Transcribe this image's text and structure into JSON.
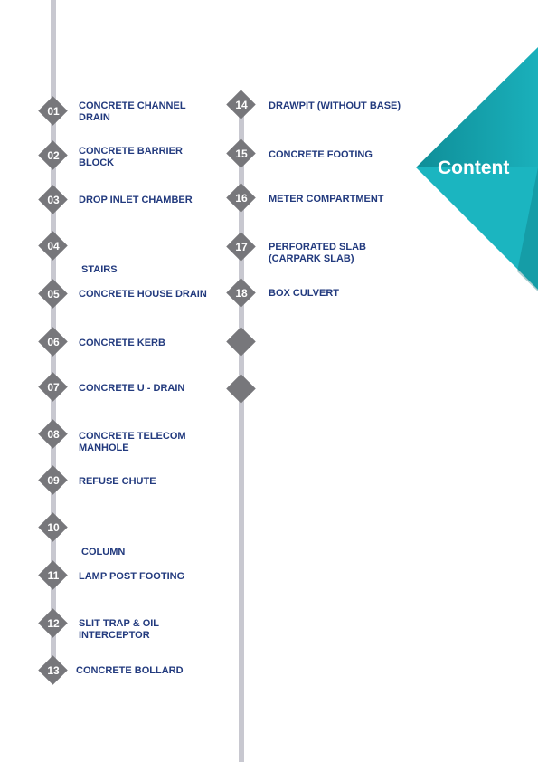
{
  "header": {
    "title": "Content"
  },
  "left_column": [
    {
      "number": "01",
      "label_line1": "CONCRETE CHANNEL",
      "label_line2": "DRAIN"
    },
    {
      "number": "02",
      "label_line1": "CONCRETE BARRIER",
      "label_line2": "BLOCK"
    },
    {
      "number": "03",
      "label_line1": "DROP INLET CHAMBER",
      "label_line2": ""
    },
    {
      "number": "04",
      "label_line1": " STAIRS",
      "label_line2": ""
    },
    {
      "number": "05",
      "label_line1": "CONCRETE HOUSE DRAIN",
      "label_line2": ""
    },
    {
      "number": "06",
      "label_line1": "CONCRETE KERB",
      "label_line2": ""
    },
    {
      "number": "07",
      "label_line1": "CONCRETE U - DRAIN",
      "label_line2": ""
    },
    {
      "number": "08",
      "label_line1": "CONCRETE TELECOM",
      "label_line2": "MANHOLE"
    },
    {
      "number": "09",
      "label_line1": "REFUSE CHUTE",
      "label_line2": ""
    },
    {
      "number": "10",
      "label_line1": " COLUMN",
      "label_line2": ""
    },
    {
      "number": "11",
      "label_line1": "LAMP POST FOOTING",
      "label_line2": ""
    },
    {
      "number": "12",
      "label_line1": "SLIT TRAP & OIL",
      "label_line2": "INTERCEPTOR"
    },
    {
      "number": "13",
      "label_line1": "CONCRETE BOLLARD",
      "label_line2": ""
    }
  ],
  "right_column": [
    {
      "number": "14",
      "label_line1": "DRAWPIT (WITHOUT BASE)",
      "label_line2": ""
    },
    {
      "number": "15",
      "label_line1": "CONCRETE FOOTING",
      "label_line2": ""
    },
    {
      "number": "16",
      "label_line1": "METER COMPARTMENT",
      "label_line2": ""
    },
    {
      "number": "17",
      "label_line1": "PERFORATED SLAB",
      "label_line2": "(CARPARK SLAB)"
    },
    {
      "number": "18",
      "label_line1": "BOX CULVERT",
      "label_line2": ""
    }
  ],
  "colors": {
    "diamond": "#77777b",
    "label_text": "#223a7e",
    "banner": "#1bb5c0",
    "line": "#c8c8d0"
  }
}
